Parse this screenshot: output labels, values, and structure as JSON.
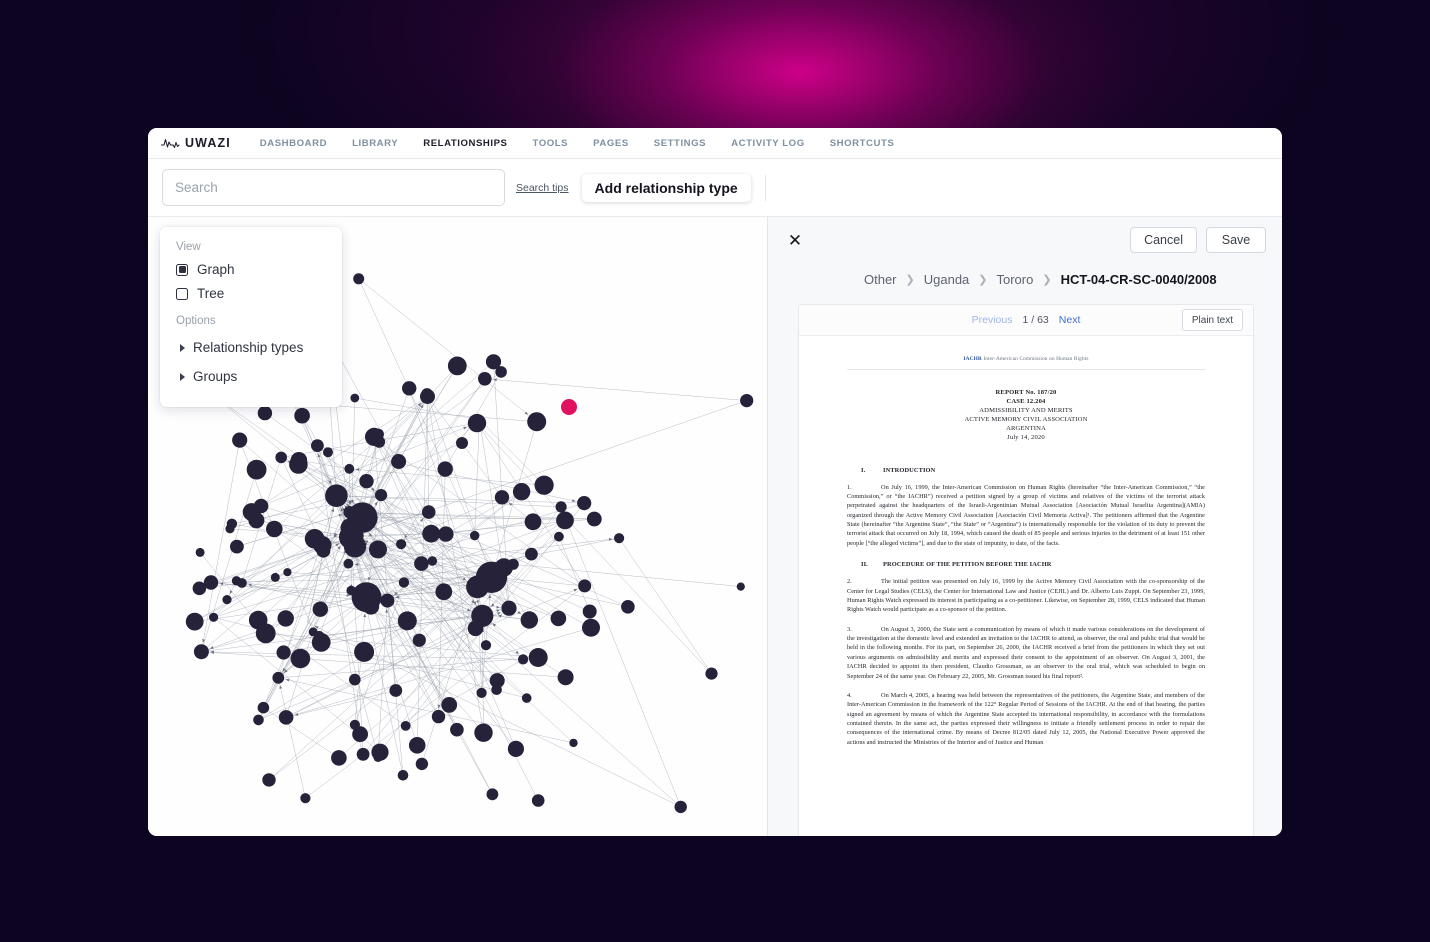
{
  "theme": {
    "page_bg": "#0c0420",
    "glow": "#d6008c",
    "node_color": "#262239",
    "highlight_node_color": "#e0115f",
    "edge_color": "#9aa0ab",
    "nav_inactive": "#7e90a2",
    "nav_active": "#1d1d2c",
    "link_blue": "#3f6fd8"
  },
  "nav": {
    "brand": "UWAZI",
    "brand_icon": "waveform-icon",
    "items": [
      {
        "label": "DASHBOARD",
        "active": false
      },
      {
        "label": "LIBRARY",
        "active": false
      },
      {
        "label": "RELATIONSHIPS",
        "active": true
      },
      {
        "label": "TOOLS",
        "active": false
      },
      {
        "label": "PAGES",
        "active": false
      },
      {
        "label": "SETTINGS",
        "active": false
      },
      {
        "label": "ACTIVITY LOG",
        "active": false
      },
      {
        "label": "SHORTCUTS",
        "active": false
      }
    ]
  },
  "toolbar": {
    "search_value": "",
    "search_placeholder": "Search",
    "search_tips_label": "Search tips",
    "add_relationship_label": "Add relationship type"
  },
  "view_panel": {
    "view_label": "View",
    "options_label": "Options",
    "view_options": [
      {
        "label": "Graph",
        "checked": true
      },
      {
        "label": "Tree",
        "checked": false
      }
    ],
    "accordions": [
      {
        "label": "Relationship types",
        "expanded": false
      },
      {
        "label": "Groups",
        "expanded": false
      }
    ]
  },
  "doc_panel": {
    "close_icon": "close-icon",
    "cancel_label": "Cancel",
    "save_label": "Save",
    "breadcrumb": [
      "Other",
      "Uganda",
      "Tororo",
      "HCT-04-CR-SC-0040/2008"
    ],
    "pager": {
      "previous_label": "Previous",
      "page_count_label": "1 / 63",
      "next_label": "Next",
      "plain_text_label": "Plain text"
    }
  },
  "document": {
    "org_abbr": "IACHR",
    "org_name": "Inter-American Commission on Human Rights",
    "title_lines": [
      "REPORT No. 187/20",
      "CASE 12.204",
      "ADMISSIBILITY AND MERITS",
      "ACTIVE MEMORY CIVIL ASSOCIATION",
      "ARGENTINA",
      "July 14, 2020"
    ],
    "sections": [
      {
        "numeral": "I.",
        "heading": "INTRODUCTION",
        "paragraphs": [
          {
            "number": "1.",
            "text": "On July 16, 1999, the Inter-American Commission on Human Rights (hereinafter “the Inter-American Commission,” “the Commission,” or “the IACHR”) received a petition signed by a group of victims and relatives of the victims of the terrorist attack perpetrated against the headquarters of the Israeli-Argentinian Mutual Association [Asociación Mutual Israelita Argentina](AMIA) organized through the Active Memory Civil Association [Asociación Civil Memoria Activa]¹. The petitioners affirmed that the Argentine State (hereinafter “the Argentine State”, “the State” or “Argentina”) is internationally responsible for the violation of its duty to prevent the terrorist attack that occurred on July 18, 1994, which caused the death of 85 people and serious injuries to the detriment of at least 151 other people [“the alleged victims”], and due to the state of impunity, to date, of the facts."
          }
        ]
      },
      {
        "numeral": "II.",
        "heading": "PROCEDURE OF THE PETITION BEFORE THE IACHR",
        "paragraphs": [
          {
            "number": "2.",
            "text": "The initial petition was presented on July 16, 1999 by the Active Memory Civil Association with the co-sponsorship of the Center for Legal Studies (CELS), the Center for International Law and Justice (CEJIL) and Dr. Alberto Luis Zuppi. On September 23, 1999, Human Rights Watch expressed its interest in participating as a co-petitioner. Likewise, on September 28, 1999, CELS indicated that Human Rights Watch would participate as a co-sponsor of the petition."
          },
          {
            "number": "3.",
            "text": "On August 3, 2000, the State sent a communication by means of which it made various considerations on the development of the investigation at the domestic level and extended an invitation to the IACHR to attend, as observer, the oral and public trial that would be held in the following months. For its part, on September 26, 2000, the IACHR received a brief from the petitioners in which they set out various arguments on admissibility and merits and expressed their consent to the appointment of an observer. On August 3, 2001, the IACHR decided to appoint its then president, Claudio Grossman, as an observer to the oral trial, which was scheduled to begin on September 24 of the same year. On February 22, 2005, Mr. Grossman issued his final report²."
          },
          {
            "number": "4.",
            "text": "On March 4, 2005, a hearing was held between the representatives of the petitioners, the Argentine State, and members of the Inter-American Commission in the framework of the 122° Regular Period of Sessions of the IACHR. At the end of that hearing, the parties signed an agreement by means of which the Argentine State accepted its international responsibility, in accordance with the formulations contained therein. In the same act, the parties expressed their willingness to initiate a friendly settlement process in order to repair the consequences of the international crime. By means of Decree 812/05 dated July 12, 2005, the National Executive Power approved the actions and instructed the Ministries of the Interior and of Justice and Human"
          }
        ]
      }
    ]
  },
  "graph": {
    "type": "force-directed-network",
    "node_count_visible": 152,
    "highlighted_node_index": 44
  }
}
